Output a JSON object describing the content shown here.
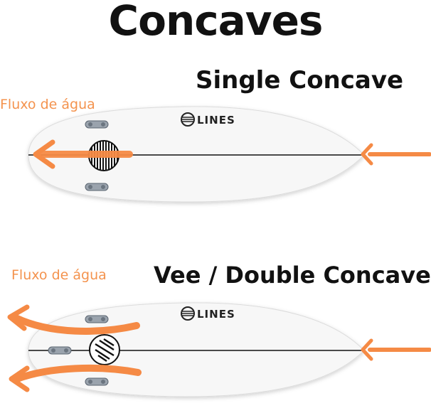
{
  "title": "Concaves",
  "sections": [
    {
      "title": "Single Concave",
      "flow_label": "Fluxo de água",
      "logo": "LINES",
      "logo_icon": "lines-logo-icon"
    },
    {
      "title": "Vee / Double Concave",
      "flow_label": "Fluxo de água",
      "logo": "LINES",
      "logo_icon": "lines-logo-icon"
    }
  ],
  "colors": {
    "arrow": "#f58a45",
    "board": "#f7f7f7",
    "stringer": "#111111",
    "text": "#111111",
    "label": "#f4934e"
  }
}
